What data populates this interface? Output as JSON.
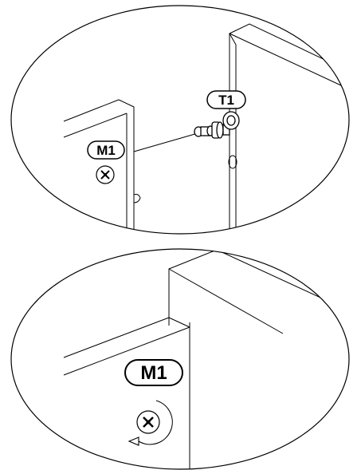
{
  "labels": {
    "top_m1": "M1",
    "top_t1": "T1",
    "bottom_m1": "M1"
  }
}
